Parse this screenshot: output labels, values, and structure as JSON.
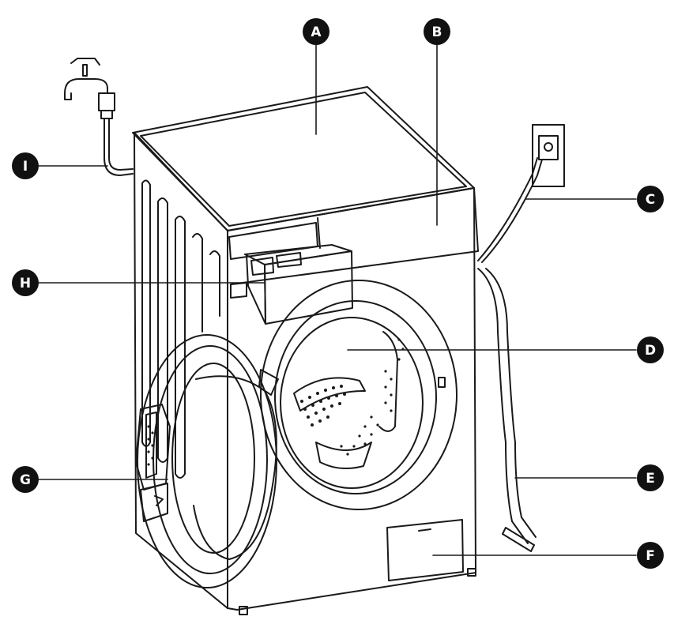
{
  "colors": {
    "line": "#1a1a1a",
    "callout_fill": "#111111",
    "callout_text": "#ffffff",
    "background": "#ffffff"
  },
  "callouts": {
    "A": "A",
    "B": "B",
    "C": "C",
    "D": "D",
    "E": "E",
    "F": "F",
    "G": "G",
    "H": "H",
    "I": "I"
  }
}
